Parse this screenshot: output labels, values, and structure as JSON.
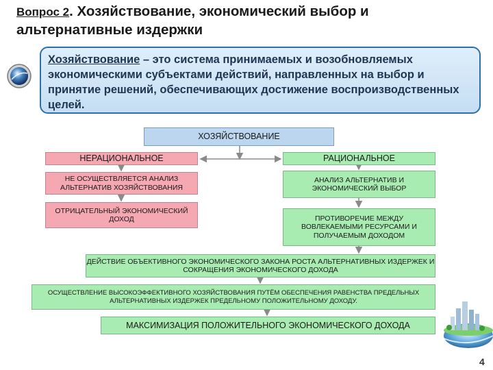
{
  "title": {
    "prefix": "Вопрос 2",
    "rest": ". Хозяйствование, экономический выбор и альтернативные издержки"
  },
  "definition": {
    "term": "Хозяйствование",
    "text": " – это система принимаемых и возобновляемых экономическими субъектами действий, направленных на выбор и принятие решений, обеспечивающих достижение воспроизводственных целей."
  },
  "diagram": {
    "root": "ХОЗЯЙСТВОВАНИЕ",
    "irrational": {
      "title": "НЕРАЦИОНАЛЬНОЕ",
      "step1": "НЕ ОСУЩЕСТВЛЯЕТСЯ АНАЛИЗ АЛЬТЕРНАТИВ ХОЗЯЙСТВОВАНИЯ",
      "step2": "ОТРИЦАТЕЛЬНЫЙ ЭКОНОМИЧЕСКИЙ ДОХОД"
    },
    "rational": {
      "title": "РАЦИОНАЛЬНОЕ",
      "step1": "АНАЛИЗ АЛЬТЕРНАТИВ И ЭКОНОМИЧЕСКИЙ ВЫБОР",
      "step2": "ПРОТИВОРЕЧИЕ МЕЖДУ ВОВЛЕКАЕМЫМИ РЕСУРСАМИ И ПОЛУЧАЕМЫМ ДОХОДОМ"
    },
    "law": "ДЕЙСТВИЕ ОБЪЕКТИВНОГО ЭКОНОМИЧЕСКОГО ЗАКОНА РОСТА АЛЬТЕРНАТИВНЫХ ИЗДЕРЖЕК И СОКРАЩЕНИЯ ЭКОНОМИЧЕСКОГО ДОХОДА",
    "efficiency": "ОСУЩЕСТВЛЕНИЕ ВЫСОКОЭФФЕКТИВНОГО ХОЗЯЙСТВОВАНИЯ ПУТЁМ ОБЕСПЕЧЕНИЯ РАВЕНСТВА ПРЕДЕЛЬНЫХ АЛЬТЕРНАТИВНЫХ ИЗДЕРЖЕК ПРЕДЕЛЬНОМУ ПОЛОЖИТЕЛЬНОМУ ДОХОДУ.",
    "result": "МАКСИМИЗАЦИЯ ПОЛОЖИТЕЛЬНОГО ЭКОНОМИЧЕСКОГО ДОХОДА"
  },
  "page_number": "4",
  "colors": {
    "root": "#bcd6ef",
    "irrational": "#f6a8b2",
    "rational": "#a9ecb2",
    "connector": "#8a8a8a"
  },
  "icons": [
    "globe-icon",
    "earth-city-illustration"
  ]
}
